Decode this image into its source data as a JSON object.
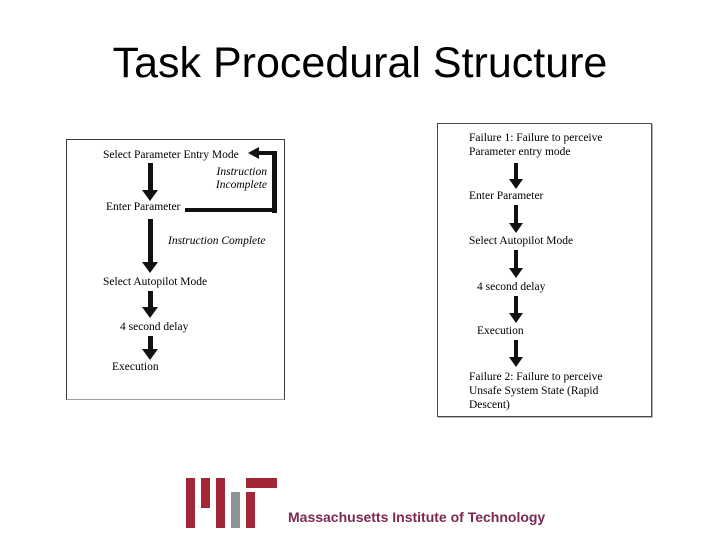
{
  "title": "Task Procedural Structure",
  "left_flow": {
    "step_select_entry_mode": "Select Parameter Entry Mode",
    "label_instruction_incomplete_line1": "Instruction",
    "label_instruction_incomplete_line2": "Incomplete",
    "step_enter_parameter": "Enter Parameter",
    "label_instruction_complete": "Instruction Complete",
    "step_select_autopilot": "Select Autopilot Mode",
    "step_delay": "4 second delay",
    "step_execution": "Execution"
  },
  "right_flow": {
    "failure1_line1": "Failure 1: Failure to perceive",
    "failure1_line2": "Parameter entry mode",
    "step_enter_parameter": "Enter Parameter",
    "step_select_autopilot": "Select Autopilot Mode",
    "step_delay": "4 second delay",
    "step_execution": "Execution",
    "failure2_line1": "Failure 2: Failure to perceive",
    "failure2_line2": "Unsafe System State (Rapid",
    "failure2_line3": "Descent)"
  },
  "footer": {
    "organization": "Massachusetts Institute of Technology"
  },
  "icons": {
    "mit_logo": "mit-logo"
  },
  "colors": {
    "mit_red": "#A32638",
    "mit_gray": "#8F9293",
    "footer_text": "#7C2852",
    "diagram_ink": "#111111",
    "box_border": "#3B3B3B"
  }
}
